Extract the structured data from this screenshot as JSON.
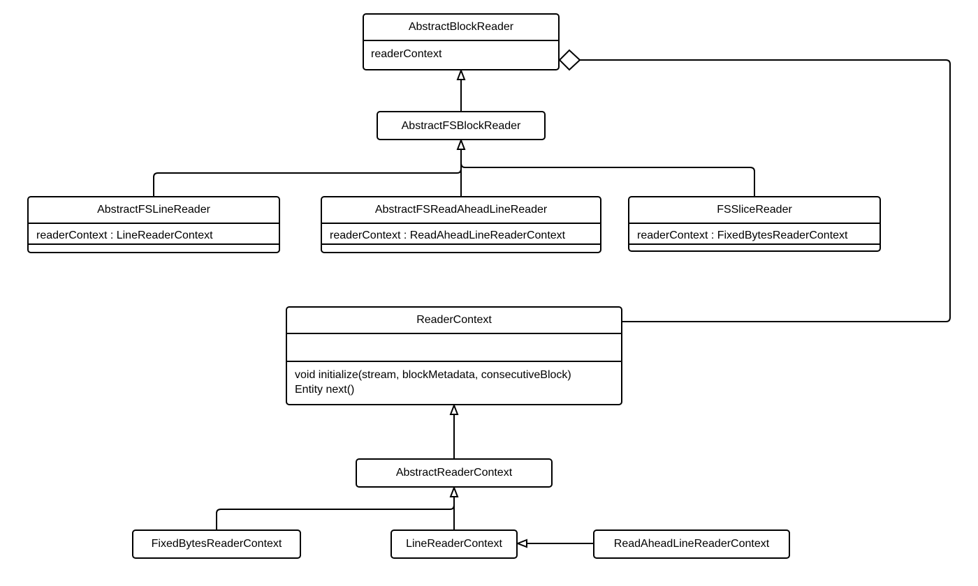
{
  "classes": {
    "abstract_block_reader": {
      "name": "AbstractBlockReader",
      "attributes": [
        "readerContext"
      ]
    },
    "abstract_fs_block_reader": {
      "name": "AbstractFSBlockReader"
    },
    "abstract_fs_line_reader": {
      "name": "AbstractFSLineReader",
      "attributes": [
        "readerContext : LineReaderContext"
      ]
    },
    "abstract_fs_read_ahead_line_reader": {
      "name": "AbstractFSReadAheadLineReader",
      "attributes": [
        "readerContext : ReadAheadLineReaderContext"
      ]
    },
    "fs_slice_reader": {
      "name": "FSSliceReader",
      "attributes": [
        "readerContext : FixedBytesReaderContext"
      ]
    },
    "reader_context": {
      "name": "ReaderContext",
      "attributes": [],
      "operations": [
        "void initialize(stream, blockMetadata, consecutiveBlock)",
        "Entity next()"
      ]
    },
    "abstract_reader_context": {
      "name": "AbstractReaderContext"
    },
    "fixed_bytes_reader_context": {
      "name": "FixedBytesReaderContext"
    },
    "line_reader_context": {
      "name": "LineReaderContext"
    },
    "read_ahead_line_reader_context": {
      "name": "ReadAheadLineReaderContext"
    }
  },
  "relationships": [
    {
      "type": "generalization",
      "from": "AbstractFSBlockReader",
      "to": "AbstractBlockReader"
    },
    {
      "type": "generalization",
      "from": "AbstractFSLineReader",
      "to": "AbstractFSBlockReader"
    },
    {
      "type": "generalization",
      "from": "AbstractFSReadAheadLineReader",
      "to": "AbstractFSBlockReader"
    },
    {
      "type": "generalization",
      "from": "FSSliceReader",
      "to": "AbstractFSBlockReader"
    },
    {
      "type": "aggregation",
      "from": "ReaderContext",
      "to": "AbstractBlockReader"
    },
    {
      "type": "generalization",
      "from": "AbstractReaderContext",
      "to": "ReaderContext"
    },
    {
      "type": "generalization",
      "from": "FixedBytesReaderContext",
      "to": "AbstractReaderContext"
    },
    {
      "type": "generalization",
      "from": "LineReaderContext",
      "to": "AbstractReaderContext"
    },
    {
      "type": "generalization",
      "from": "ReadAheadLineReaderContext",
      "to": "LineReaderContext"
    }
  ]
}
